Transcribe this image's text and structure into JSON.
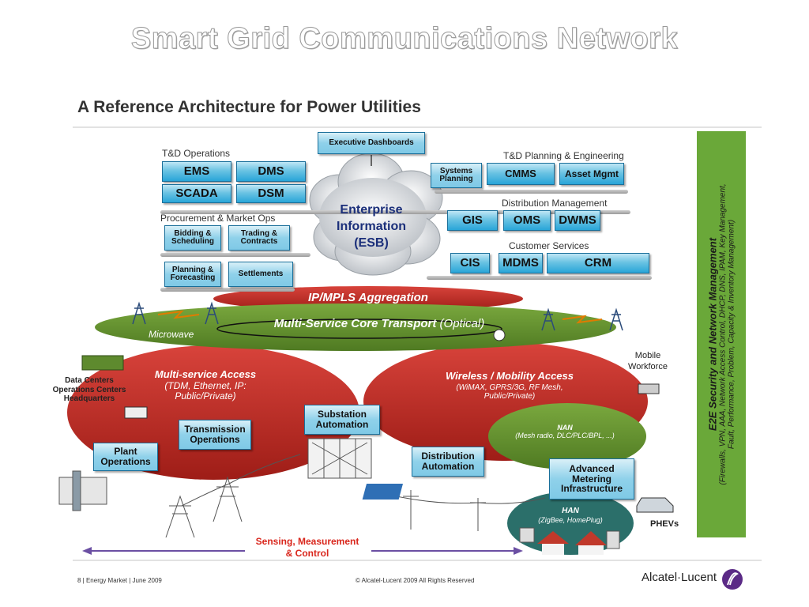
{
  "title": "Smart Grid Communications Network",
  "subtitle": "A Reference Architecture for Power Utilities",
  "top": {
    "executive_dashboards": "Executive Dashboards"
  },
  "groups": {
    "td_operations": "T&D Operations",
    "procurement": "Procurement & Market Ops",
    "td_planning": "T&D Planning & Engineering",
    "distribution_mgmt": "Distribution Management",
    "customer_services": "Customer Services"
  },
  "apps": {
    "ems": "EMS",
    "dms": "DMS",
    "scada": "SCADA",
    "dsm": "DSM",
    "bidding": "Bidding & Scheduling",
    "trading": "Trading & Contracts",
    "planning": "Planning & Forecasting",
    "settlements": "Settlements",
    "systems_planning": "Systems Planning",
    "cmms": "CMMS",
    "asset_mgmt": "Asset Mgmt",
    "gis": "GIS",
    "oms": "OMS",
    "dwms": "DWMS",
    "cis": "CIS",
    "mdms": "MDMS",
    "crm": "CRM"
  },
  "esb": {
    "line1": "Enterprise",
    "line2": "Information",
    "line3": "(ESB)"
  },
  "network": {
    "ip_mpls": "IP/MPLS Aggregation",
    "core": "Multi-Service Core Transport",
    "core_suffix": "(Optical)",
    "microwave": "Microwave",
    "ms_access_title": "Multi-service Access",
    "ms_access_sub": "(TDM, Ethernet, IP: Public/Private)",
    "wireless_title": "Wireless / Mobility Access",
    "wireless_sub": "(WiMAX, GPRS/3G, RF Mesh, Public/Private)",
    "nan_title": "NAN",
    "nan_sub": "(Mesh radio, DLC/PLC/BPL, ...)",
    "han_title": "HAN",
    "han_sub": "(ZigBee, HomePlug)"
  },
  "field": {
    "data_centers": "Data Centers",
    "ops_centers": "Operations Centers",
    "headquarters": "Headquarters",
    "mobile": "Mobile",
    "workforce": "Workforce",
    "plant_ops": "Plant Operations",
    "transmission_ops": "Transmission Operations",
    "substation": "Substation Automation",
    "distribution": "Distribution Automation",
    "ami": "Advanced Metering Infrastructure",
    "phevs": "PHEVs",
    "sensing": "Sensing, Measurement",
    "control": "& Control"
  },
  "side_panel": {
    "title": "E2E Security and Network Management",
    "sub1": "(Firewalls, VPN, AAA, Network Access Control, DHCP, DNS, IPAM, Key Management,",
    "sub2": "Fault, Performance, Problem, Capacity & Inventory Management)"
  },
  "footer": {
    "left": "8 | Energy Market | June 2009",
    "center": "© Alcatel-Lucent 2009 All Rights Reserved",
    "brand": "Alcatel·Lucent"
  },
  "colors": {
    "red": "#b0231c",
    "green": "#5c8a2a",
    "blue_box": "#29a5d8",
    "side": "#6aa839"
  }
}
